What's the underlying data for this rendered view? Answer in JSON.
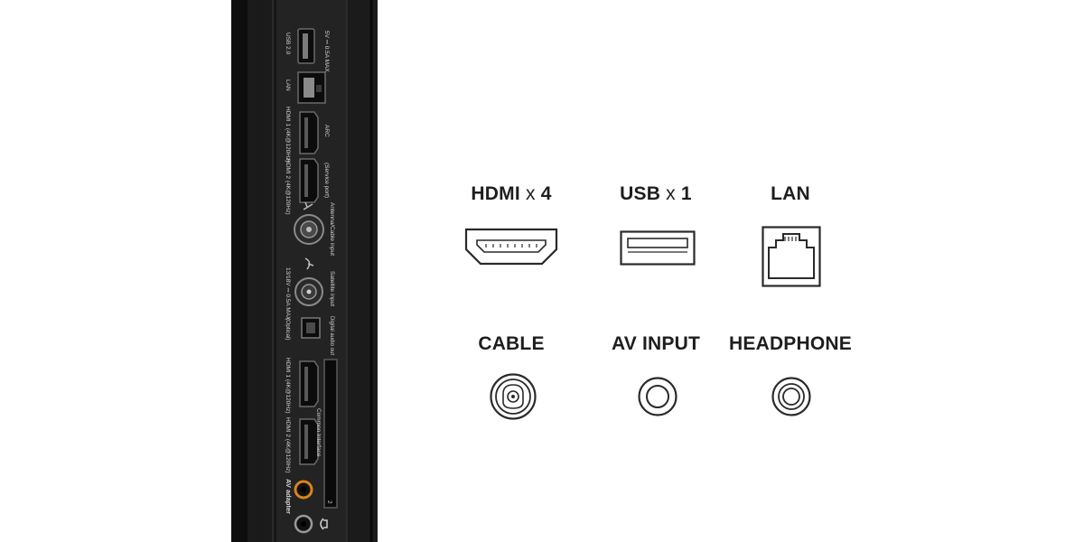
{
  "panel_labels": {
    "usb": "USB 2.0",
    "usb_power": "5V ⎓ 0.5A MAX",
    "lan": "LAN",
    "hdmi1_top": "HDMI 1 (4K@120Hz)",
    "arc": "ARC",
    "hdmi2_top": "HDMI 2 (4K@120Hz)",
    "service_port": "(Service port)",
    "antenna": "Antenna/Cable input",
    "satellite": "Satellite input",
    "sat_power": "13/18V ⎓ 0.5A MAX",
    "digital_audio": "Digital audio out",
    "optical": "(Optical)",
    "hdmi1_bottom": "HDMI 1 (4K@120Hz)",
    "hdmi2_bottom": "HDMI 2 (4K@120Hz)",
    "common_interface": "Common Interface",
    "av_adapter": "AV adapter",
    "slot_digit": "2"
  },
  "ports": [
    {
      "name": "HDMI",
      "mult": "x",
      "count": "4",
      "icon": "hdmi-port-icon"
    },
    {
      "name": "USB",
      "mult": "x",
      "count": "1",
      "icon": "usb-port-icon"
    },
    {
      "name": "LAN",
      "icon": "lan-port-icon"
    },
    {
      "name": "CABLE",
      "icon": "coax-port-icon"
    },
    {
      "name": "AV INPUT",
      "icon": "av-jack-icon"
    },
    {
      "name": "HEADPHONE",
      "icon": "headphone-jack-icon"
    }
  ],
  "colors": {
    "background": "#ffffff",
    "panel": "#1c1c1c",
    "panel_edge": "#0d0d0d",
    "icon_stroke": "#2a2a2a",
    "av_ring": "#d9841c"
  }
}
